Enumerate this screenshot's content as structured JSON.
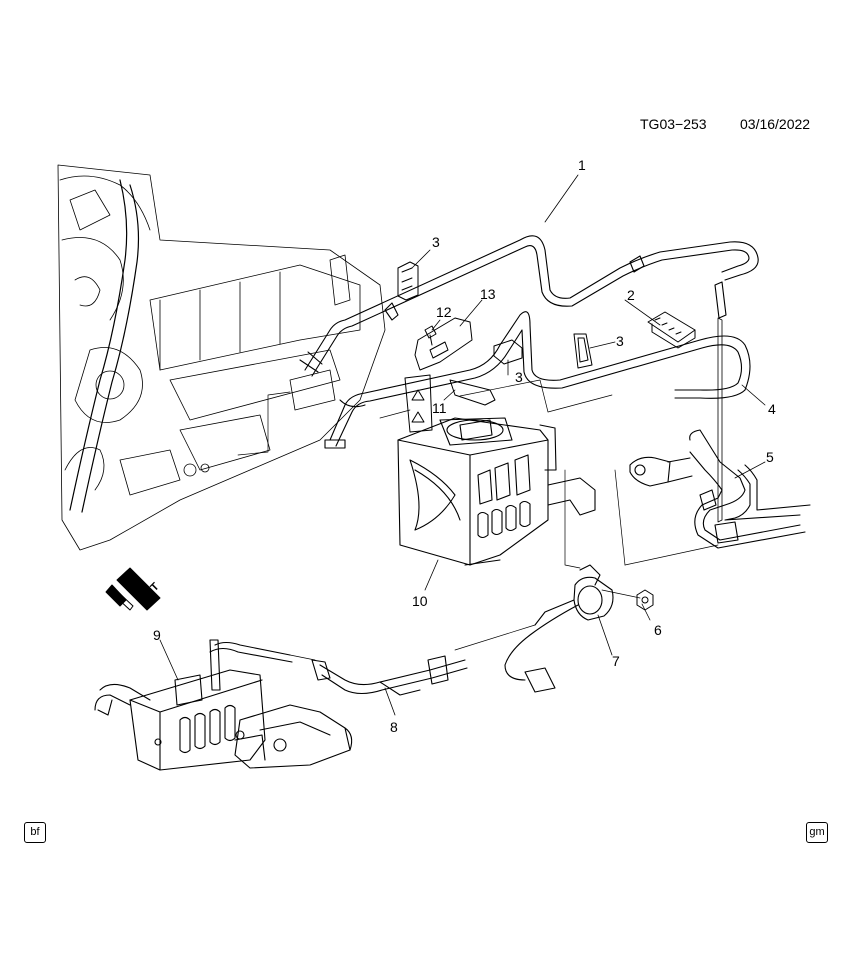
{
  "header": {
    "diagram_id": "TG03−253",
    "date": "03/16/2022"
  },
  "callouts": [
    {
      "id": "c1",
      "label": "1"
    },
    {
      "id": "c2",
      "label": "2"
    },
    {
      "id": "c3a",
      "label": "3"
    },
    {
      "id": "c3b",
      "label": "3"
    },
    {
      "id": "c3c",
      "label": "3"
    },
    {
      "id": "c4",
      "label": "4"
    },
    {
      "id": "c5",
      "label": "5"
    },
    {
      "id": "c6",
      "label": "6"
    },
    {
      "id": "c7",
      "label": "7"
    },
    {
      "id": "c8",
      "label": "8"
    },
    {
      "id": "c9",
      "label": "9"
    },
    {
      "id": "c10",
      "label": "10"
    },
    {
      "id": "c11",
      "label": "11"
    },
    {
      "id": "c12",
      "label": "12"
    },
    {
      "id": "c13",
      "label": "13"
    }
  ],
  "direction_arrow": {
    "label": "FRT"
  },
  "footer": {
    "left_tag": "bf",
    "right_tag": "gm"
  }
}
